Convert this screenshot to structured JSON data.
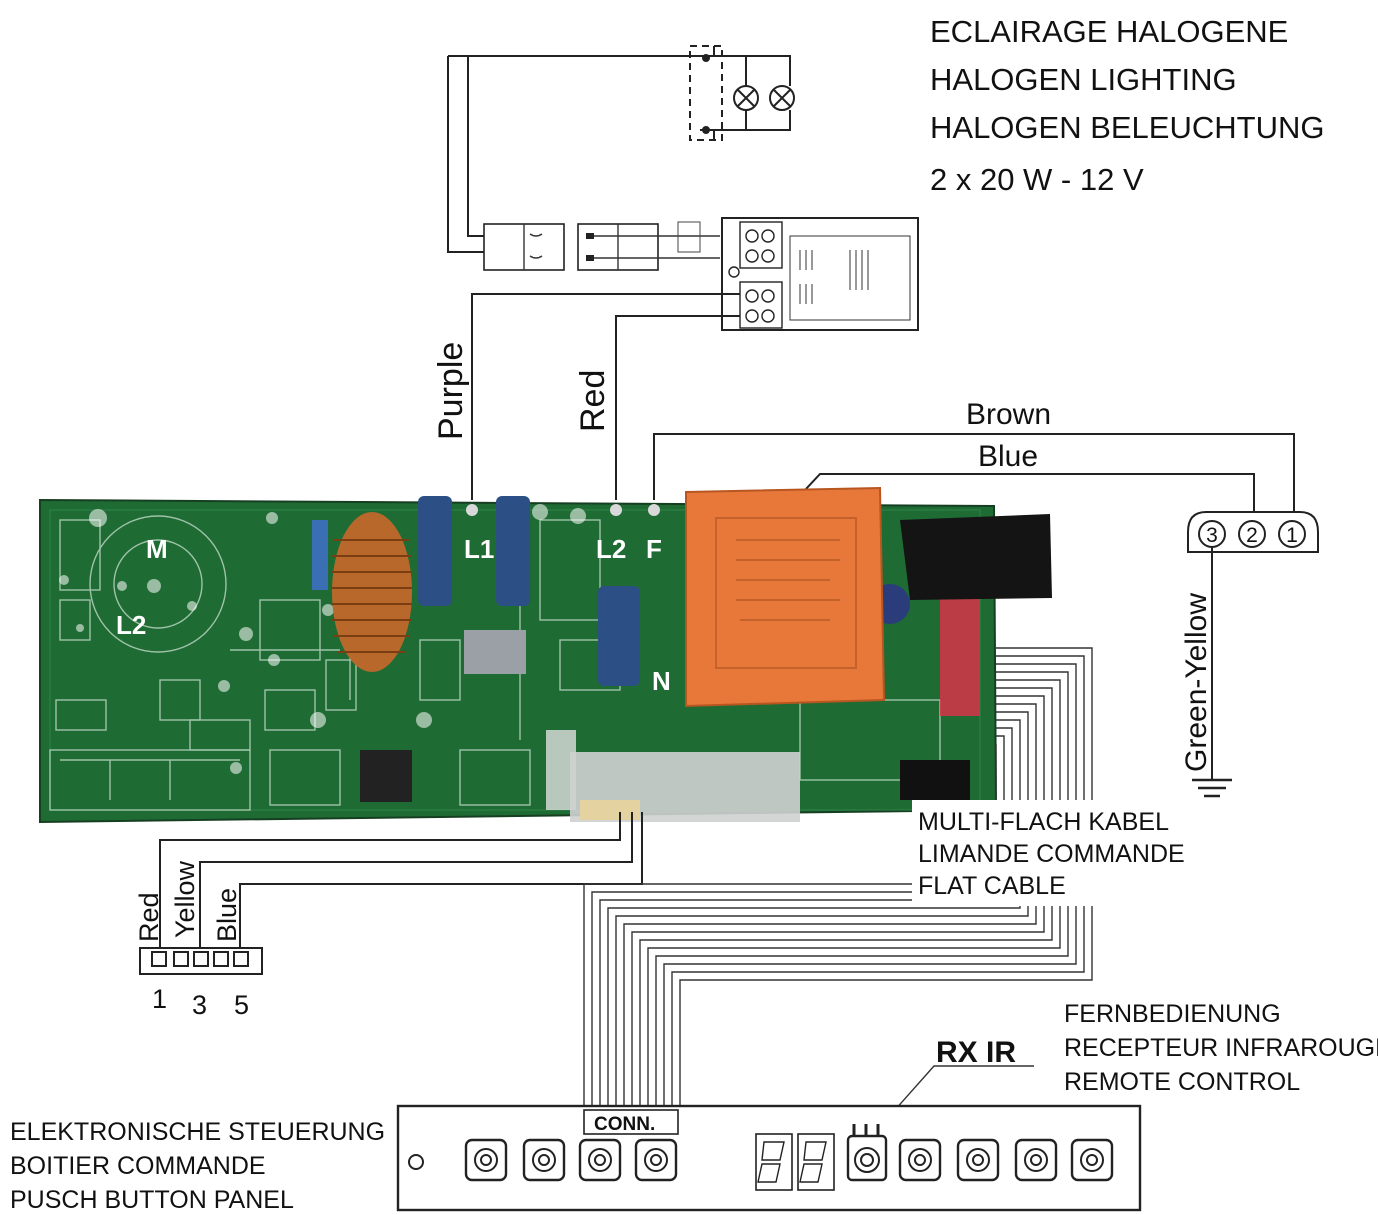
{
  "halogen": {
    "line1": "ECLAIRAGE HALOGENE",
    "line2": "HALOGEN LIGHTING",
    "line3": "HALOGEN BELEUCHTUNG",
    "line4": "2 x 20 W - 12 V"
  },
  "wires": {
    "purple": "Purple",
    "red": "Red",
    "brown": "Brown",
    "blue": "Blue",
    "green_yellow": "Green-Yellow"
  },
  "pcb": {
    "m": "M",
    "l2_left": "L2",
    "l1": "L1",
    "l2": "L2",
    "f": "F",
    "n": "N"
  },
  "terminal": {
    "t1": "1",
    "t2": "2",
    "t3": "3"
  },
  "left_connector": {
    "red": "Red",
    "yellow": "Yellow",
    "blue": "Blue",
    "n1": "1",
    "n3": "3",
    "n5": "5"
  },
  "flat_cable": {
    "line1": "MULTI-FLACH KABEL",
    "line2": "LIMANDE COMMANDE",
    "line3": "FLAT CABLE"
  },
  "remote": {
    "rxir": "RX IR",
    "line1": "FERNBEDIENUNG",
    "line2": "RECEPTEUR INFRAROUGE",
    "line3": "REMOTE CONTROL"
  },
  "panel": {
    "conn": "CONN.",
    "line1": "ELEKTRONISCHE STEUERUNG",
    "line2": "BOITIER COMMANDE",
    "line3": "PUSCH BUTTON PANEL"
  },
  "colors": {
    "pcb_green": "#1f6b34",
    "transformer_orange": "#e8783a",
    "coil_copper": "#b8682a",
    "capacitor_blue": "#2c4f86"
  }
}
